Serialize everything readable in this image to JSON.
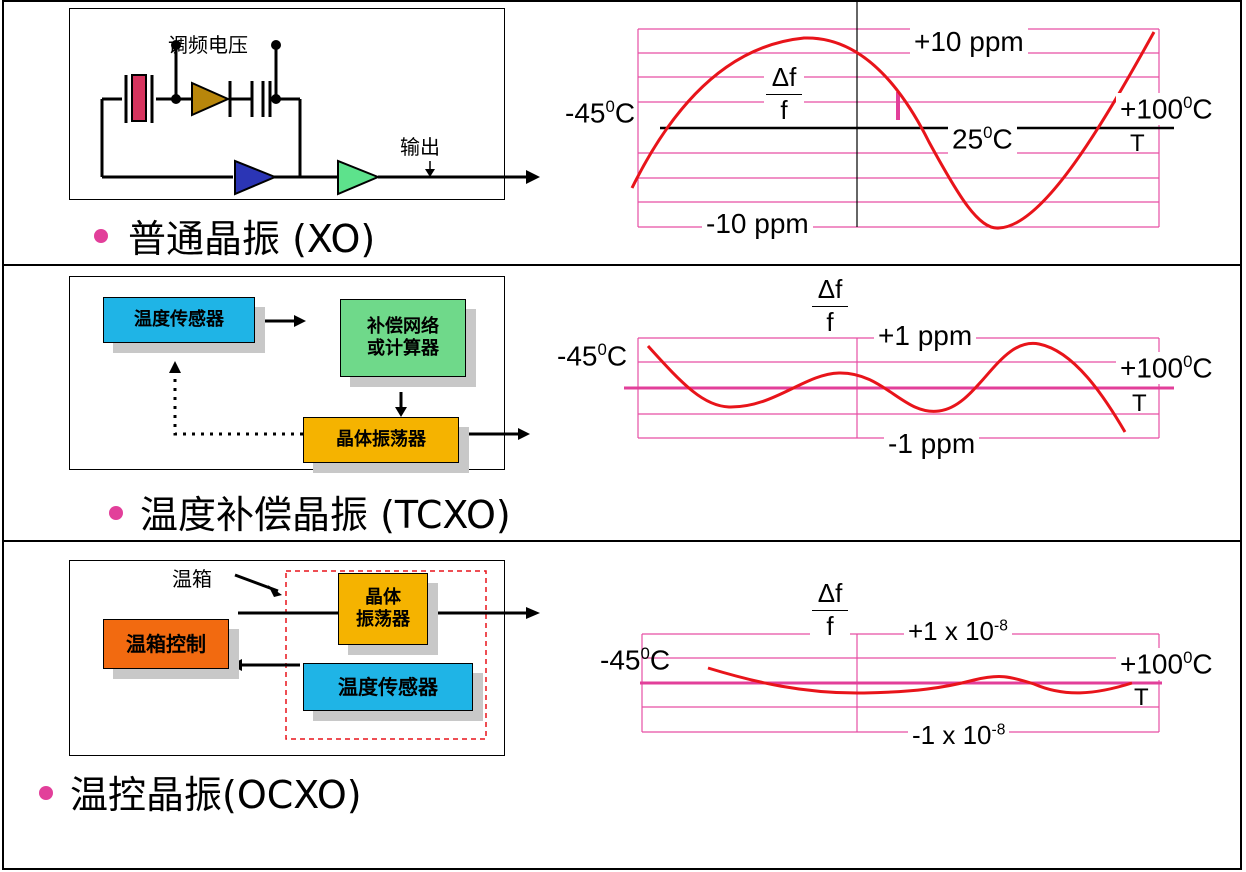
{
  "sections": [
    {
      "name": "xo",
      "title": "普通晶振 (XO)",
      "diagram": {
        "tuning_voltage": "调频电压",
        "output": "输出"
      },
      "chart": {
        "dfdf": {
          "num": "Δf",
          "den": "f"
        },
        "upper": "+10 ppm",
        "lower": "-10 ppm",
        "left_temp": "-45",
        "right_temp": "+100",
        "center_temp": "25",
        "axis": "T",
        "deg_sup": "0",
        "deg_unit": "C"
      }
    },
    {
      "name": "tcxo",
      "title": "温度补偿晶振 (TCXO)",
      "diagram": {
        "sensor": "温度传感器",
        "compensation": "补偿网络\n或计算器",
        "oscillator": "晶体振荡器"
      },
      "chart": {
        "dfdf": {
          "num": "Δf",
          "den": "f"
        },
        "upper": "+1 ppm",
        "lower": "-1 ppm",
        "left_temp": "-45",
        "right_temp": "+100",
        "axis": "T",
        "deg_sup": "0",
        "deg_unit": "C"
      }
    },
    {
      "name": "ocxo",
      "title": "温控晶振(OCXO)",
      "diagram": {
        "oven": "温箱",
        "oscillator": "晶体\n振荡器",
        "oven_control": "温箱控制",
        "sensor": "温度传感器"
      },
      "chart": {
        "dfdf": {
          "num": "Δf",
          "den": "f"
        },
        "upper_base": "+1 x 10",
        "upper_exp": "-8",
        "lower_base": "-1 x 10",
        "lower_exp": "-8",
        "left_temp": "-45",
        "right_temp": "+100",
        "axis": "T",
        "deg_sup": "0",
        "deg_unit": "C"
      }
    }
  ],
  "colors": {
    "bullet": "#e23f9a",
    "gridline": "#e64fa5",
    "curve": "#e8141a",
    "sensor_box": "#1fb4e6",
    "compensation_box": "#6fd98a",
    "oscillator_box": "#f5b300",
    "oven_control_box": "#f26a10",
    "amp1": "#2b35b5",
    "amp2": "#5de28c",
    "varactor": "#b8860b",
    "crystal": "#d6345e",
    "oven_border": "#e8141a"
  }
}
